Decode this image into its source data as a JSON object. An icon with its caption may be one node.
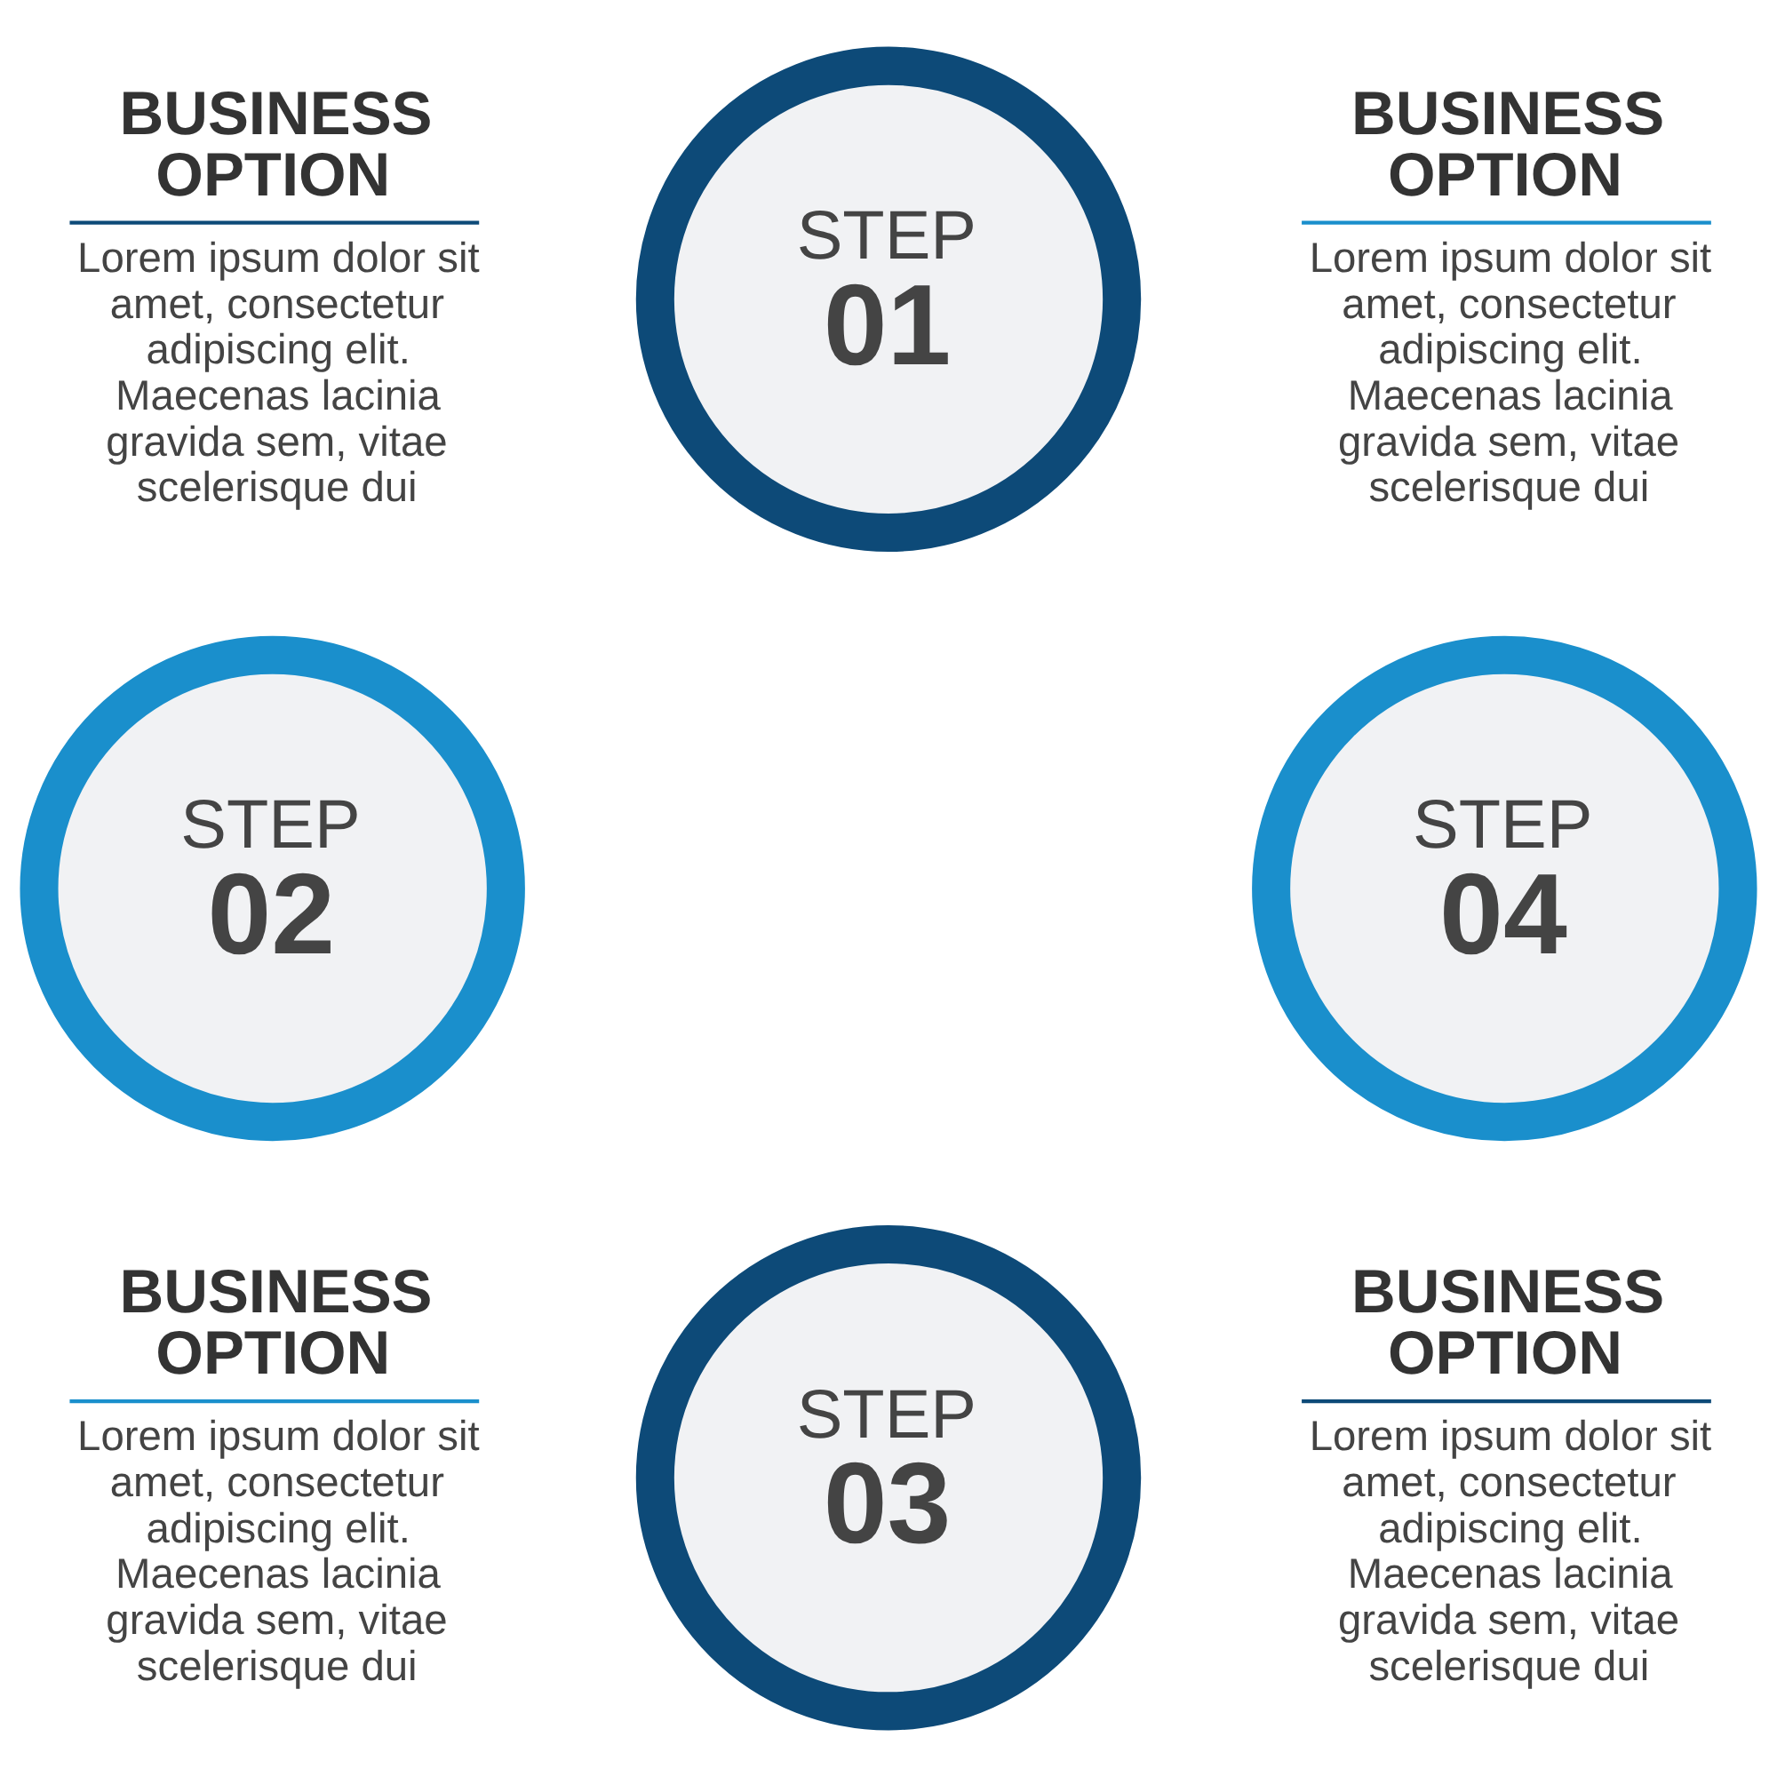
{
  "diagram": {
    "nodes": [
      {
        "text": [
          "STEP 01"
        ],
        "beside": [
          "BUSINESS OPTION",
          "Lorem ipsum dolor sit amet, consectetur adipiscing elit. Maecenas lacinia gravida sem, vitae scelerisque dui"
        ]
      },
      {
        "text": [
          "STEP 02"
        ],
        "beside": [
          "BUSINESS OPTION",
          "Lorem ipsum dolor sit amet, consectetur adipiscing elit. Maecenas lacinia gravida sem, vitae scelerisque dui"
        ]
      },
      {
        "text": [
          "STEP 03"
        ],
        "beside": [
          "BUSINESS OPTION",
          "Lorem ipsum dolor sit amet, consectetur adipiscing elit. Maecenas lacinia gravida sem, vitae scelerisque dui"
        ]
      },
      {
        "text": [
          "STEP 04"
        ],
        "beside": [
          "BUSINESS OPTION",
          "Lorem ipsum dolor sit amet, consectetur adipiscing elit. Maecenas lacinia gravida sem, vitae scelerisque dui"
        ]
      }
    ],
    "edges": []
  }
}
